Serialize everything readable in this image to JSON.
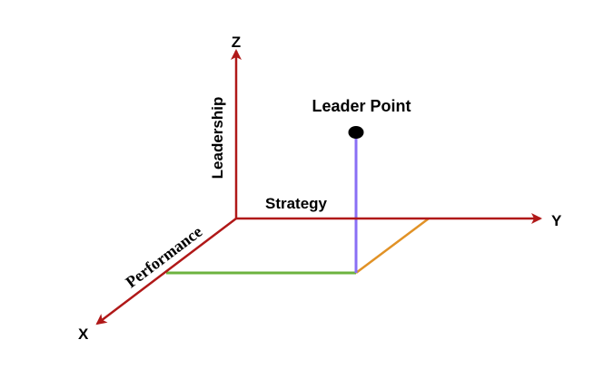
{
  "axes": {
    "z": {
      "letter": "Z",
      "name": "Leadership"
    },
    "y": {
      "letter": "Y",
      "name": "Strategy"
    },
    "x": {
      "letter": "X",
      "name": "Performance"
    }
  },
  "point": {
    "label": "Leader Point"
  },
  "colors": {
    "axis": "#b01818",
    "vertical_line": "#8a6ff5",
    "x_parallel_line": "#e19226",
    "y_parallel_line": "#6cb33f",
    "point": "#000000"
  }
}
